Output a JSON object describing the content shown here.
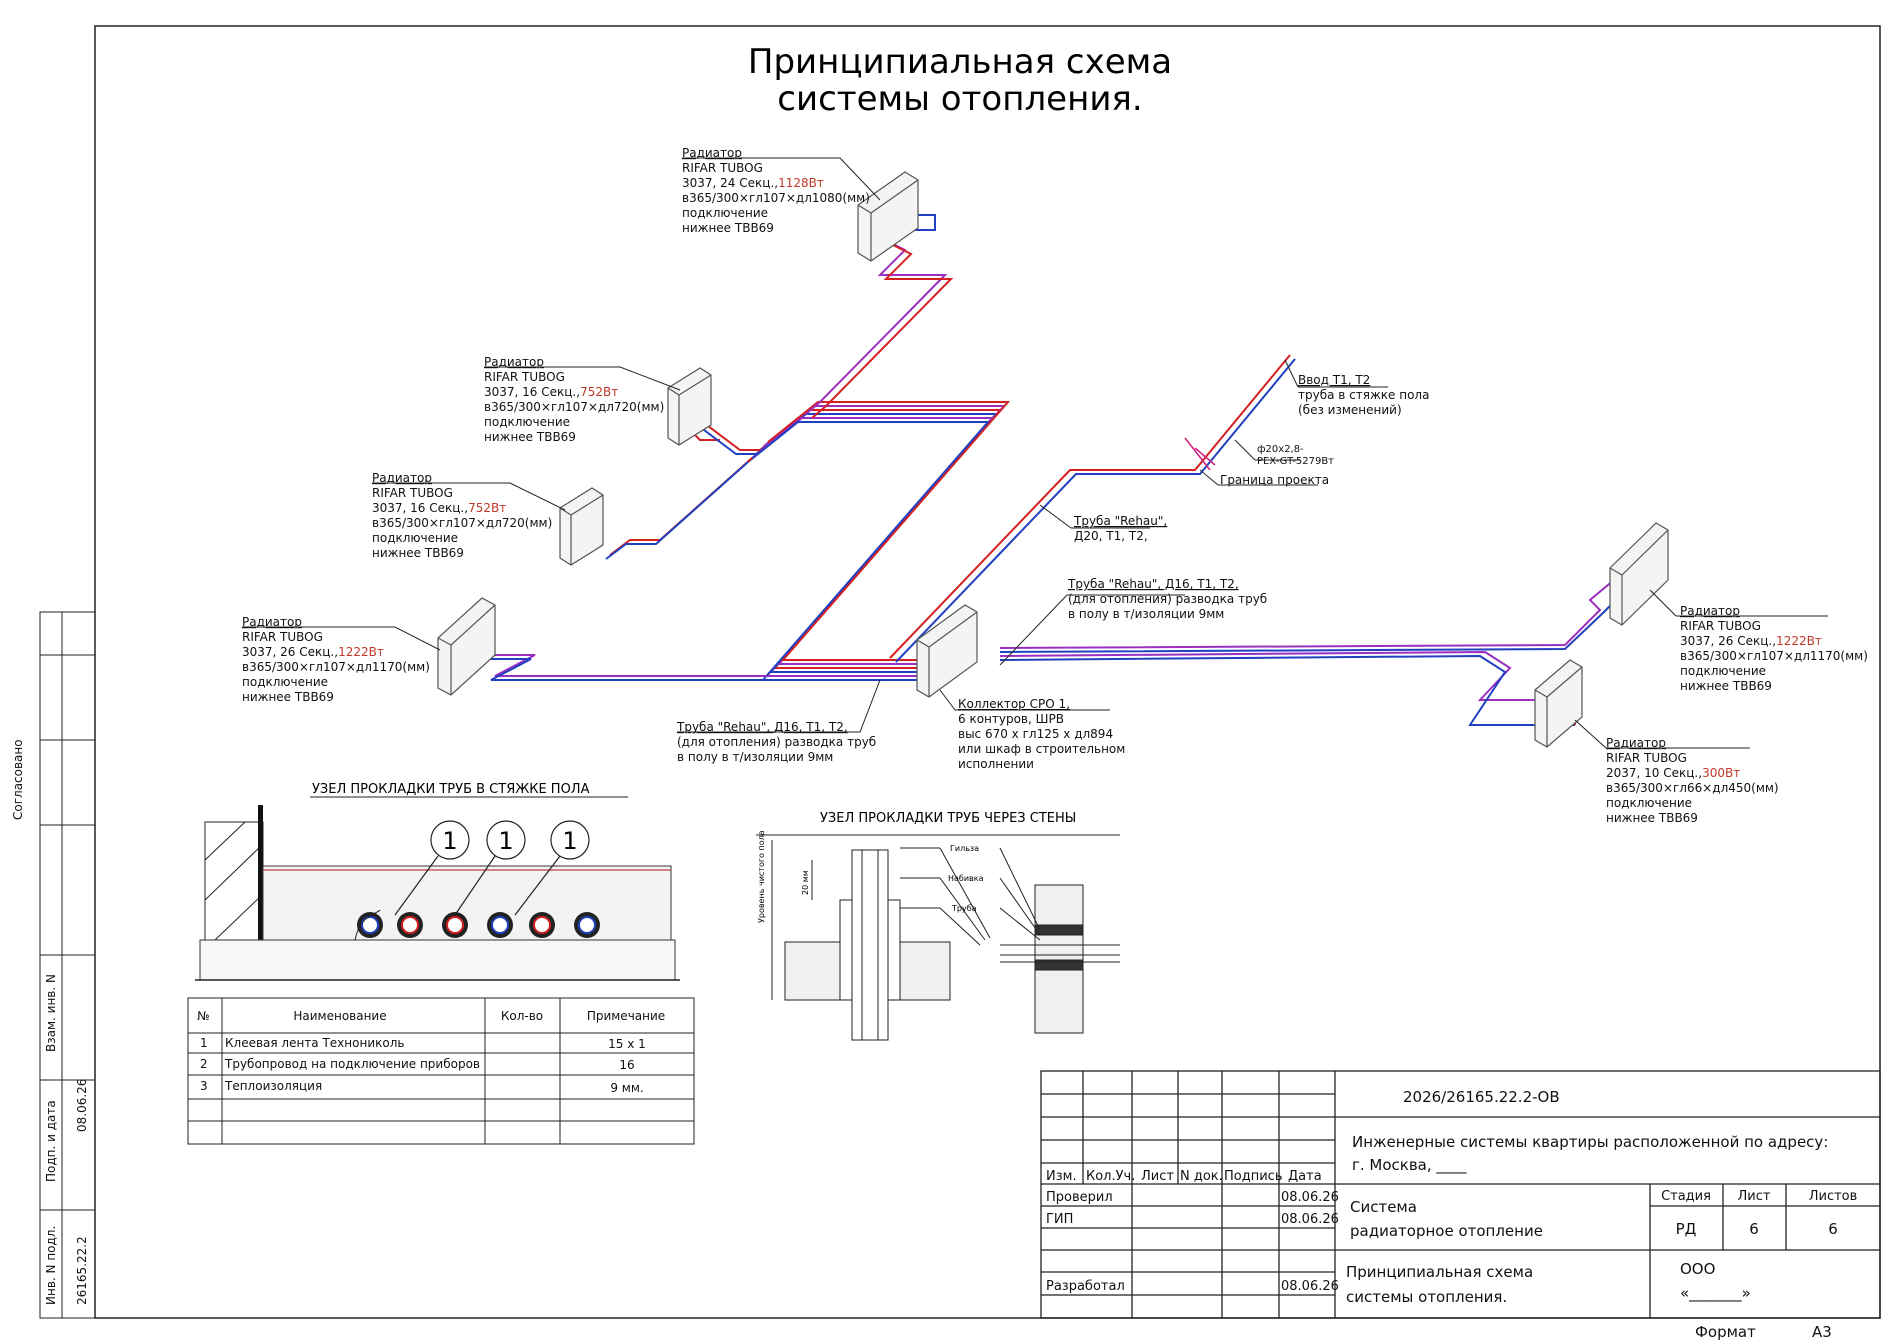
{
  "title": {
    "line1": "Принципиальная схема",
    "line2": "системы отопления."
  },
  "side_stamp": {
    "agreed": "Согласовано",
    "vzam_inv": "Взам. инв. N",
    "podp_data": "Подп. и дата",
    "podp_date_value": "08.06.26",
    "inv_podl": "Инв. N подл.",
    "inv_value": "26165.22.2"
  },
  "radiators": [
    {
      "title": "Радиатор",
      "model": "RIFAR TUBOG",
      "sections": "3037, 24 Секц.,",
      "power": "1128Вт",
      "dims": "в365/300×гл107×дл1080(мм)",
      "conn1": "подключение",
      "conn2": "нижнее TBB69"
    },
    {
      "title": "Радиатор",
      "model": "RIFAR TUBOG",
      "sections": "3037, 16 Секц.,",
      "power": "752Вт",
      "dims": "в365/300×гл107×дл720(мм)",
      "conn1": "подключение",
      "conn2": "нижнее TBB69"
    },
    {
      "title": "Радиатор",
      "model": "RIFAR TUBOG",
      "sections": "3037, 16 Секц.,",
      "power": "752Вт",
      "dims": "в365/300×гл107×дл720(мм)",
      "conn1": "подключение",
      "conn2": "нижнее TBB69"
    },
    {
      "title": "Радиатор",
      "model": "RIFAR TUBOG",
      "sections": "3037, 26 Секц.,",
      "power": "1222Вт",
      "dims": "в365/300×гл107×дл1170(мм)",
      "conn1": "подключение",
      "conn2": "нижнее TBB69"
    },
    {
      "title": "Радиатор",
      "model": "RIFAR TUBOG",
      "sections": "3037, 26 Секц.,",
      "power": "1222Вт",
      "dims": "в365/300×гл107×дл1170(мм)",
      "conn1": "подключение",
      "conn2": "нижнее TBB69"
    },
    {
      "title": "Радиатор",
      "model": "RIFAR TUBOG",
      "sections": "2037, 10 Секц.,",
      "power": "300Вт",
      "dims": "в365/300×гл66×дл450(мм)",
      "conn1": "подключение",
      "conn2": "нижнее TBB69"
    }
  ],
  "labels": {
    "inlet": [
      "Ввод Т1, Т2",
      "труба  в стяжке пола",
      "(без изменений)"
    ],
    "pex": [
      "ф20х2,8-",
      "PEX-GT-5279Вт"
    ],
    "border": "Граница проекта",
    "pipe_main": [
      "Труба \"Rehau\",",
      "Д20, Т1, Т2,"
    ],
    "pipe_right": [
      "Труба \"Rehau\", Д16, Т1, Т2,",
      "(для отопления) разводка труб",
      "в полу в т/изоляции 9мм"
    ],
    "pipe_left": [
      "Труба \"Rehau\", Д16, Т1, Т2,",
      "(для отопления) разводка труб",
      "в полу в т/изоляции 9мм"
    ],
    "collector": [
      "Коллектор СРО 1,",
      "6 контуров, ШРВ",
      "выс 670 х гл125 х дл894",
      "или шкаф в строительном",
      "исполнении"
    ]
  },
  "node_floor": {
    "title": "УЗЕЛ ПРОКЛАДКИ ТРУБ    В СТЯЖКЕ ПОЛА",
    "callout": "1"
  },
  "node_wall": {
    "title": "УЗЕЛ ПРОКЛАДКИ ТРУБ ЧЕРЕЗ СТЕНЫ",
    "level": "Уровень чистого пола",
    "gap": "20 мм",
    "sleeve": "Гильза",
    "packing": "Набивка",
    "pipe": "Труба"
  },
  "spec_table": {
    "headers": [
      "№",
      "Наименование",
      "Кол-во",
      "Примечание"
    ],
    "rows": [
      [
        "1",
        "Клеевая лента Технониколь",
        "",
        "15 х 1"
      ],
      [
        "2",
        "Трубопровод на подключение приборов",
        "",
        "16"
      ],
      [
        "3",
        "Теплоизоляция",
        "",
        "9 мм."
      ]
    ]
  },
  "title_block": {
    "code": "2026/26165.22.2-ОВ",
    "object1": "Инженерные системы квартиры расположенной по адресу:",
    "object2": "г. Москва, ____",
    "col_heads": [
      "Изм.",
      "Кол.Уч.",
      "Лист",
      "N док.",
      "Подпись",
      "Дата"
    ],
    "checked": "Проверил",
    "checked_date": "08.06.26",
    "gip": "ГИП",
    "gip_date": "08.06.26",
    "developed": "Разработал",
    "developed_date": "08.06.26",
    "system1": "Система",
    "system2": "радиаторное отопление",
    "stage_head": "Стадия",
    "sheet_head": "Лист",
    "sheets_head": "Листов",
    "stage": "РД",
    "sheet": "6",
    "sheets": "6",
    "drawing1": "Принципиальная схема",
    "drawing2": "системы отопления.",
    "org1": "ООО",
    "org2": "«_______»",
    "format_label": "Формат",
    "format": "А3"
  },
  "colors": {
    "supply": "#d42020",
    "return": "#2040c0",
    "mixed": "#9a2fc0"
  }
}
